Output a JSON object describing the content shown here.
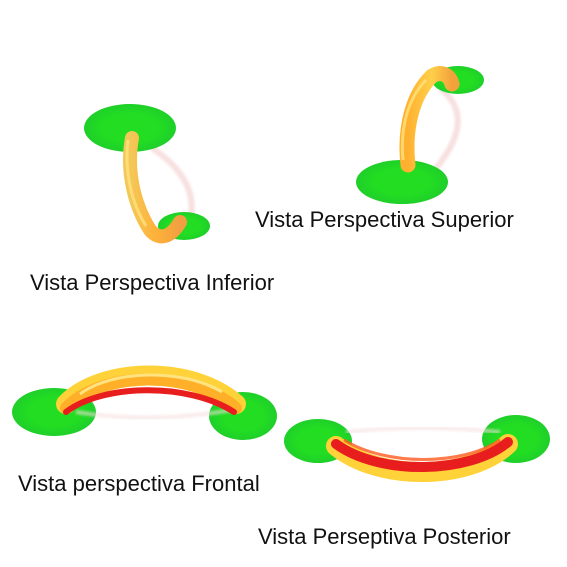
{
  "captions": {
    "superior": "Vista Perspectiva Superior",
    "inferior": "Vista Perspectiva Inferior",
    "frontal": "Vista perspectiva Frontal",
    "posterior": "Vista Perseptiva Posterior"
  },
  "colors": {
    "background": "#ffffff",
    "pad_green": "#22dd22",
    "tube_yellow": "#ffd23a",
    "tube_orange": "#ff9a1a",
    "tube_red": "#e81e1e",
    "hole_dark": "#1a1a1a"
  }
}
